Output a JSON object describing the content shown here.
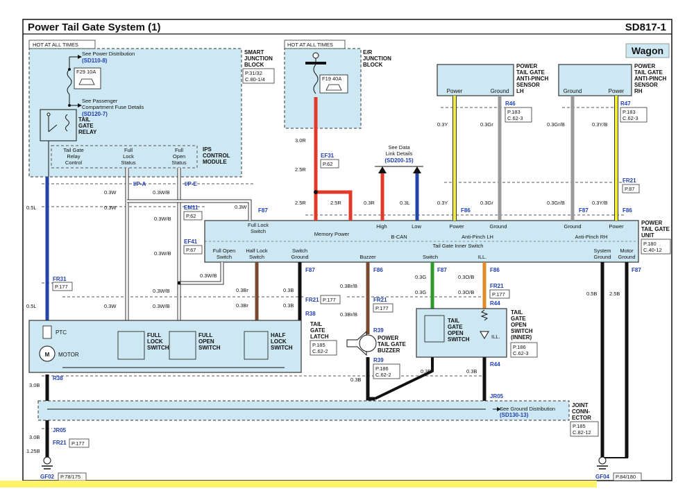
{
  "header": {
    "title": "Power Tail Gate System (1)",
    "code": "SD817-1"
  },
  "badge": "Wagon",
  "hot_at_all_times": "HOT AT ALL TIMES",
  "smart_junction_block": {
    "name": [
      "SMART",
      "JUNCTION",
      "BLOCK"
    ],
    "ref": [
      "P.31/32",
      "C.80-1/4"
    ],
    "see_power": "See Power Distribution",
    "see_power_ref": "(SD110-8)",
    "fuse": "F29 10A",
    "see_passenger": [
      "See Passenger",
      "Compartment Fuse Details"
    ],
    "see_passenger_ref": "(SD120-7)",
    "relay": [
      "TAIL",
      "GATE",
      "RELAY"
    ],
    "ips": [
      "IPS",
      "CONTROL",
      "MODULE"
    ],
    "cols": [
      [
        "Tail Gate",
        "Relay",
        "Control"
      ],
      [
        "Full",
        "Lock",
        "Status"
      ],
      [
        "Full",
        "Open",
        "Status"
      ]
    ]
  },
  "er_junction_block": {
    "name": [
      "E/R",
      "JUNCTION",
      "BLOCK"
    ],
    "fuse": "F19 40A"
  },
  "see_data_link": [
    "See Data",
    "Link Details"
  ],
  "see_data_link_ref": "(SD200-15)",
  "sensors": {
    "lh": {
      "name": [
        "POWER",
        "TAIL GATE",
        "ANTI-PINCH",
        "SENSOR",
        "LH"
      ],
      "pins": [
        "Power",
        "Ground"
      ],
      "conn": "R46",
      "ref": [
        "P.183",
        "C.62-3"
      ]
    },
    "rh": {
      "name": [
        "POWER",
        "TAIL GATE",
        "ANTI-PINCH",
        "SENSOR",
        "RH"
      ],
      "pins": [
        "Ground",
        "Power"
      ],
      "conn": "R47",
      "ref": [
        "P.183",
        "C.62-3"
      ]
    }
  },
  "ptg_unit": {
    "name": [
      "POWER",
      "TAIL GATE",
      "UNIT"
    ],
    "ref": [
      "P.180",
      "C.40-12"
    ],
    "labels": {
      "full_lock_switch": [
        "Full Lock",
        "Switch"
      ],
      "memory_power": "Memory Power",
      "high": "High",
      "low": "Low",
      "bcan": "B-CAN",
      "power": "Power",
      "ground": "Ground",
      "anti_pinch_lh": "Anti-Pinch LH",
      "anti_pinch_rh": "Anti-Pinch RH",
      "full_open_switch": [
        "Full Open",
        "Switch"
      ],
      "half_lock_switch": [
        "Half Lock",
        "Switch"
      ],
      "switch_ground": [
        "Switch",
        "Ground"
      ],
      "buzzer": "Buzzer",
      "inner_switch": "Tail Gate Inner Switch",
      "switch": "Switch",
      "ill": "ILL.",
      "system_ground": [
        "System",
        "Ground"
      ],
      "motor_ground": [
        "Motor",
        "Ground"
      ]
    }
  },
  "latch": {
    "name": [
      "TAIL",
      "GATE",
      "LATCH"
    ],
    "ref": [
      "P.185",
      "C.62-2"
    ],
    "ptc": "PTC",
    "motor": "MOTOR",
    "m": "M",
    "full_lock": [
      "FULL",
      "LOCK",
      "SWITCH"
    ],
    "full_open": [
      "FULL",
      "OPEN",
      "SWITCH"
    ],
    "half_lock": [
      "HALF",
      "LOCK",
      "SWITCH"
    ]
  },
  "buzzer": {
    "name": [
      "POWER",
      "TAIL GATE",
      "BUZZER"
    ],
    "ref": [
      "P.186",
      "C.62-2"
    ]
  },
  "inner_switch": {
    "name": [
      "TAIL",
      "GATE",
      "OPEN",
      "SWITCH",
      "(INNER)"
    ],
    "ref": [
      "P.186",
      "C.62-3"
    ],
    "inner": [
      "TAIL",
      "GATE",
      "OPEN",
      "SWITCH"
    ],
    "ill": "ILL."
  },
  "joint_connector": {
    "name": [
      "JOINT",
      "CONN-",
      "ECTOR"
    ],
    "ref": [
      "P.185",
      "C.82-12"
    ],
    "see_ground": "See Ground Distribution",
    "see_ground_ref": "(SD130-13)"
  },
  "connectors": {
    "ip_a": "I/P-A",
    "ip_e": "I/P-E",
    "em11": "EM11",
    "em11_ref": "P.62",
    "ef41": "EF41",
    "ef41_ref": "P.67",
    "ef31": "EF31",
    "ef31_ref": "P.62",
    "f87": "F87",
    "f86": "F86",
    "fr21": "FR21",
    "fr21_ref": "P.87",
    "fr21_p177": "P.177",
    "fr31": "FR31",
    "fr31_ref": "P.177",
    "r38": "R38",
    "r39": "R39",
    "r44": "R44",
    "jr05": "JR05",
    "gf02": "GF02",
    "gf02_ref": "P.78/175",
    "gf04": "GF04",
    "gf04_ref": "P.84/180",
    "r39_ref": "P.177"
  },
  "wires": {
    "w_05l": "0.5L",
    "w_03w": "0.3W",
    "w_03wb": "0.3W/B",
    "w_30r": "3.0R",
    "w_25r": "2.5R",
    "w_03r": "0.3R",
    "w_03l": "0.3L",
    "w_03y": "0.3Y",
    "w_03gr": "0.3Gr",
    "w_03grb": "0.3Gr/B",
    "w_03yb": "0.3Y/B",
    "w_03br": "0.3Br",
    "w_03brb": "0.3Br/B",
    "w_03b": "0.3B",
    "w_03g": "0.3G",
    "w_03ob": "0.3O/B",
    "w_05b": "0.5B",
    "w_25b": "2.5B",
    "w_30b": "3.0B",
    "w_125b": "1.25B"
  },
  "colors": {
    "blue": "#2445a8",
    "red": "#e23a2a",
    "yellow": "#f2ec3a",
    "gray": "#9a9a9a",
    "brown": "#7a4a2e",
    "green": "#2e9a2e",
    "orange": "#e08a2a",
    "black": "#111111",
    "panel": "#cde8f2",
    "note": "#fff36a"
  }
}
